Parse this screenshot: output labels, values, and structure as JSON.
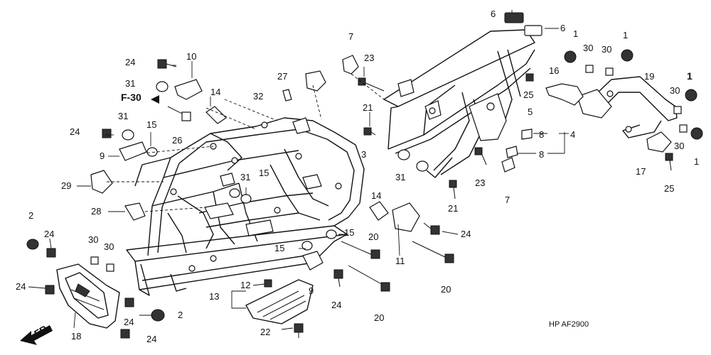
{
  "diagram": {
    "ref_code": "HP AF2900",
    "section_label": "F-30",
    "direction_label": "FR",
    "callouts": [
      {
        "id": "c1",
        "text": "6"
      },
      {
        "id": "c2",
        "text": "6"
      },
      {
        "id": "c3",
        "text": "7"
      },
      {
        "id": "c4",
        "text": "23"
      },
      {
        "id": "c5",
        "text": "27"
      },
      {
        "id": "c6",
        "text": "24"
      },
      {
        "id": "c7",
        "text": "10"
      },
      {
        "id": "c8",
        "text": "31"
      },
      {
        "id": "c9",
        "text": "14"
      },
      {
        "id": "c10",
        "text": "32"
      },
      {
        "id": "c11",
        "text": "31"
      },
      {
        "id": "c12",
        "text": "24"
      },
      {
        "id": "c13",
        "text": "15"
      },
      {
        "id": "c14",
        "text": "26"
      },
      {
        "id": "c15",
        "text": "9"
      },
      {
        "id": "c16",
        "text": "29"
      },
      {
        "id": "c17",
        "text": "3"
      },
      {
        "id": "c18",
        "text": "21"
      },
      {
        "id": "c19",
        "text": "31"
      },
      {
        "id": "c20",
        "text": "15"
      },
      {
        "id": "c21",
        "text": "28"
      },
      {
        "id": "c22",
        "text": "14"
      },
      {
        "id": "c23",
        "text": "31"
      },
      {
        "id": "c24",
        "text": "21"
      },
      {
        "id": "c25",
        "text": "23"
      },
      {
        "id": "c26",
        "text": "7"
      },
      {
        "id": "c27",
        "text": "1"
      },
      {
        "id": "c28",
        "text": "30"
      },
      {
        "id": "c29",
        "text": "30"
      },
      {
        "id": "c30",
        "text": "1"
      },
      {
        "id": "c31",
        "text": "16"
      },
      {
        "id": "c32",
        "text": "19"
      },
      {
        "id": "c33",
        "text": "25"
      },
      {
        "id": "c34",
        "text": "5"
      },
      {
        "id": "c35",
        "text": "8"
      },
      {
        "id": "c36",
        "text": "4"
      },
      {
        "id": "c37",
        "text": "8"
      },
      {
        "id": "c38",
        "text": "1"
      },
      {
        "id": "c39",
        "text": "30"
      },
      {
        "id": "c40",
        "text": "30"
      },
      {
        "id": "c41",
        "text": "1"
      },
      {
        "id": "c42",
        "text": "17"
      },
      {
        "id": "c43",
        "text": "25"
      },
      {
        "id": "c44",
        "text": "2"
      },
      {
        "id": "c45",
        "text": "24"
      },
      {
        "id": "c46",
        "text": "30"
      },
      {
        "id": "c47",
        "text": "30"
      },
      {
        "id": "c48",
        "text": "24"
      },
      {
        "id": "c49",
        "text": "18"
      },
      {
        "id": "c50",
        "text": "24"
      },
      {
        "id": "c51",
        "text": "2"
      },
      {
        "id": "c52",
        "text": "24"
      },
      {
        "id": "c53",
        "text": "15"
      },
      {
        "id": "c54",
        "text": "15"
      },
      {
        "id": "c55",
        "text": "9"
      },
      {
        "id": "c56",
        "text": "12"
      },
      {
        "id": "c57",
        "text": "13"
      },
      {
        "id": "c58",
        "text": "22"
      },
      {
        "id": "c59",
        "text": "20"
      },
      {
        "id": "c60",
        "text": "24"
      },
      {
        "id": "c61",
        "text": "11"
      },
      {
        "id": "c62",
        "text": "24"
      },
      {
        "id": "c63",
        "text": "20"
      },
      {
        "id": "c64",
        "text": "20"
      }
    ]
  }
}
